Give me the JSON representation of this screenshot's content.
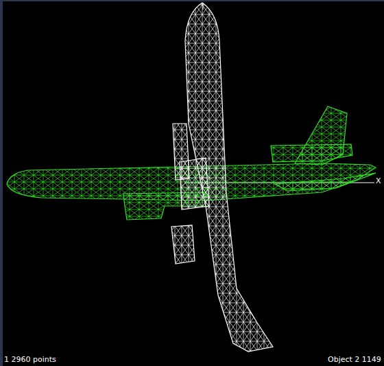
{
  "diagram": {
    "labels": [
      "1 2960 points",
      "Object 2 1149",
      "X"
    ]
  }
}
